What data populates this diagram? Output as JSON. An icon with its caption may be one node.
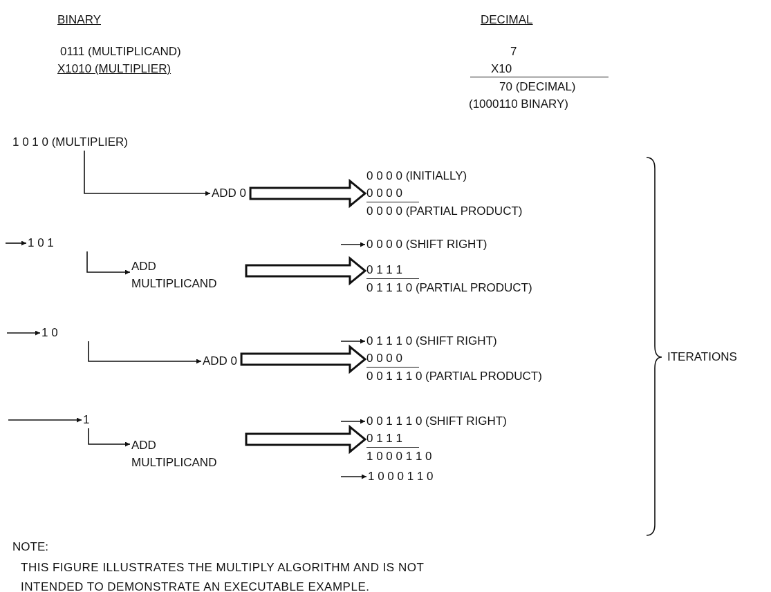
{
  "diagram": {
    "nodes": [
      {
        "text": [
          "1 0 1 0 (MULTIPLIER)"
        ]
      },
      {
        "text": [
          "ADD 0"
        ]
      },
      {
        "text": [
          "0 0 0 0 (INITIALLY)",
          "0 0 0 0",
          "0 0 0 0 (PARTIAL PRODUCT)"
        ]
      },
      {
        "text": [
          "1 0 1"
        ]
      },
      {
        "text": [
          "ADD MULTIPLICAND"
        ]
      },
      {
        "text": [
          "0 0 0 0 (SHIFT RIGHT)",
          "0 1 1 1",
          "0 1 1 1 0 (PARTIAL PRODUCT)"
        ]
      },
      {
        "text": [
          "1 0"
        ]
      },
      {
        "text": [
          "ADD 0"
        ]
      },
      {
        "text": [
          "0 1 1 1 0 (SHIFT RIGHT)",
          "0 0 0 0",
          "0 0 1 1 1 0 (PARTIAL PRODUCT)"
        ]
      },
      {
        "text": [
          "1"
        ]
      },
      {
        "text": [
          "ADD MULTIPLICAND"
        ]
      },
      {
        "text": [
          "0 0 1 1 1 0 (SHIFT RIGHT)",
          "0 1 1 1",
          "1 0 0 0 1 1 0"
        ]
      },
      {
        "text": [
          "1 0 0 0 1 1 0"
        ]
      }
    ],
    "edges": [
      {
        "from": 0,
        "to": 1,
        "arrow": "to"
      },
      {
        "from": 1,
        "to": 2,
        "arrow": "to",
        "style": "thick"
      },
      {
        "from": null,
        "to": 3,
        "arrow": "to"
      },
      {
        "from": 3,
        "to": 4,
        "arrow": "to"
      },
      {
        "from": 4,
        "to": 5,
        "arrow": "to",
        "style": "thick"
      },
      {
        "from": null,
        "to": 5,
        "arrow": "to"
      },
      {
        "from": null,
        "to": 6,
        "arrow": "to"
      },
      {
        "from": 6,
        "to": 7,
        "arrow": "to"
      },
      {
        "from": 7,
        "to": 8,
        "arrow": "to",
        "style": "thick"
      },
      {
        "from": null,
        "to": 8,
        "arrow": "to"
      },
      {
        "from": null,
        "to": 9,
        "arrow": "to"
      },
      {
        "from": 9,
        "to": 10,
        "arrow": "to"
      },
      {
        "from": 10,
        "to": 11,
        "arrow": "to",
        "style": "thick"
      },
      {
        "from": null,
        "to": 11,
        "arrow": "to"
      },
      {
        "from": null,
        "to": 12,
        "arrow": "to"
      }
    ],
    "labels": [
      "BINARY",
      "DECIMAL",
      "0111 (MULTIPLICAND)",
      "7",
      "X1010 (MULTIPLIER)",
      "X10",
      "70 (DECIMAL)",
      "(1000110 BINARY)",
      "ITERATIONS",
      "NOTE:",
      "THIS FIGURE ILLUSTRATES THE MULTIPLY ALGORITHM AND IS NOT INTENDED TO DEMONSTRATE AN EXECUTABLE EXAMPLE."
    ]
  }
}
